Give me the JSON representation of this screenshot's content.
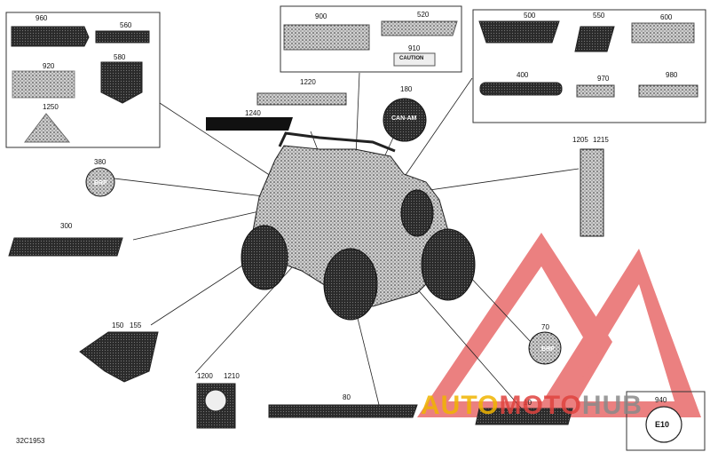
{
  "diagram": {
    "code": "32C1953",
    "callouts": {
      "c960": "960",
      "c560": "560",
      "c920": "920",
      "c580": "580",
      "c1250": "1250",
      "c900": "900",
      "c520": "520",
      "c910": "910",
      "c500": "500",
      "c550": "550",
      "c600": "600",
      "c400": "400",
      "c970": "970",
      "c980": "980",
      "c1220": "1220",
      "c1240": "1240",
      "c180": "180",
      "c1205": "1205",
      "c1215": "1215",
      "c380": "380",
      "c300": "300",
      "c150": "150",
      "c155": "155",
      "c1200": "1200",
      "c1210": "1210",
      "c80": "80",
      "c70": "70",
      "c10": "10",
      "c940": "940"
    },
    "decal_texts": {
      "canam": "CAN-AM",
      "brp": "BRP",
      "caution": "CAUTION",
      "e10": "E10"
    }
  },
  "watermark": {
    "part1": "AUTO",
    "part2": "MOTO",
    "part3": "HUB"
  },
  "colors": {
    "watermark_red": "#e0433f",
    "watermark_yellow": "#f0b400",
    "watermark_gray": "#8a8a8a"
  }
}
